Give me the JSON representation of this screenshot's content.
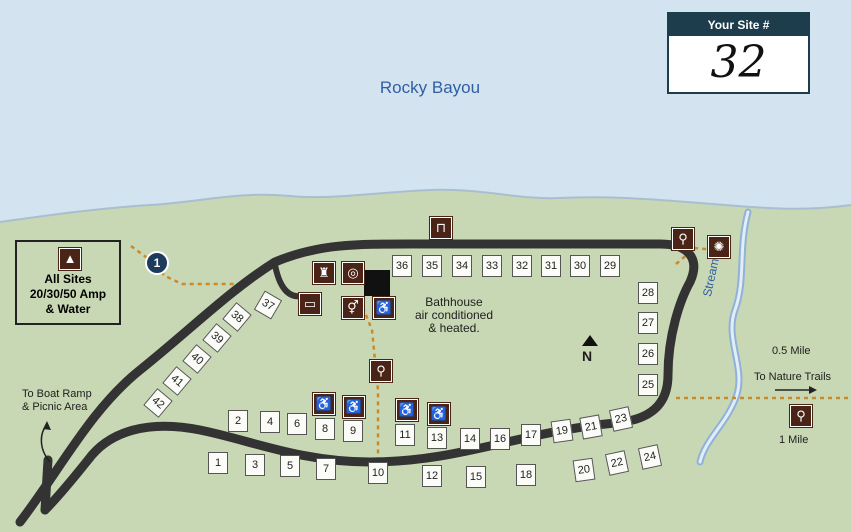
{
  "water_title": "Rocky Bayou",
  "your_site": {
    "header": "Your Site #",
    "number": "32"
  },
  "legend": {
    "line1": "All Sites",
    "line2": "20/30/50 Amp",
    "line3": "& Water",
    "icon": "tent-icon"
  },
  "trail_marker": "1",
  "bathhouse": {
    "line1": "Bathhouse",
    "line2": "air conditioned",
    "line3": "& heated."
  },
  "north": "N",
  "stream": "Stream",
  "boat_ramp": {
    "line1": "To Boat Ramp",
    "line2": "& Picnic Area"
  },
  "nature_trails": {
    "distance": "0.5 Mile",
    "label": "To Nature Trails",
    "hike_distance": "1 Mile"
  },
  "sites": [
    "1",
    "2",
    "3",
    "4",
    "5",
    "6",
    "7",
    "8",
    "9",
    "10",
    "11",
    "12",
    "13",
    "14",
    "15",
    "16",
    "17",
    "18",
    "19",
    "20",
    "21",
    "22",
    "23",
    "24",
    "25",
    "26",
    "27",
    "28",
    "29",
    "30",
    "31",
    "32",
    "33",
    "34",
    "35",
    "36",
    "37",
    "38",
    "39",
    "40",
    "41",
    "42"
  ],
  "colors": {
    "land": "#c9d8b4",
    "water": "#d3e3f0",
    "road": "#333333",
    "trail": "#c98a2c",
    "icon_bg": "#4b2418",
    "stream": "#8fb2d9"
  }
}
